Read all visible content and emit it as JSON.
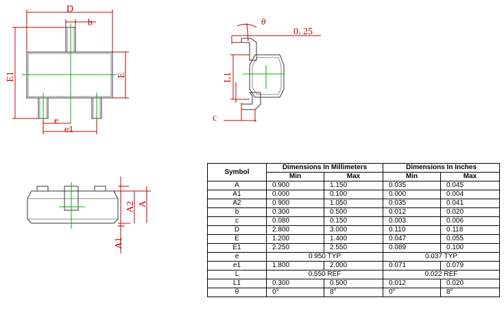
{
  "drawing": {
    "top_view": {
      "d": "D",
      "b": "b",
      "e1_side": "E1",
      "e_side": "E",
      "e": "e",
      "e1": "e1"
    },
    "side_view": {
      "theta": "θ",
      "gauge": "0. 25",
      "l1": "L1",
      "c": "c"
    },
    "front_view": {
      "a2": "A2",
      "a": "A",
      "a1": "A1"
    }
  },
  "table": {
    "symbol_header": "Symbol",
    "mm_header": "Dimensions In Millimeters",
    "in_header": "Dimensions In Inches",
    "min": "Min",
    "max": "Max",
    "rows": [
      {
        "s": "A",
        "a": "0.900",
        "b": "1.150",
        "c": "0.035",
        "d": "0.045"
      },
      {
        "s": "A1",
        "a": "0.000",
        "b": "0.100",
        "c": "0.000",
        "d": "0.004"
      },
      {
        "s": "A2",
        "a": "0.900",
        "b": "1.050",
        "c": "0.035",
        "d": "0.041"
      },
      {
        "s": "b",
        "a": "0.300",
        "b": "0.500",
        "c": "0.012",
        "d": "0.020"
      },
      {
        "s": "c",
        "a": "0.080",
        "b": "0.150",
        "c": "0.003",
        "d": "0.006"
      },
      {
        "s": "D",
        "a": "2.800",
        "b": "3.000",
        "c": "0.110",
        "d": "0.118"
      },
      {
        "s": "E",
        "a": "1.200",
        "b": "1.400",
        "c": "0.047",
        "d": "0.055"
      },
      {
        "s": "E1",
        "a": "2.250",
        "b": "2.550",
        "c": "0.089",
        "d": "0.100"
      },
      {
        "s": "e",
        "mm_typ": "0.950 TYP",
        "in_typ": "0.037 TYP"
      },
      {
        "s": "e1",
        "a": "1.800",
        "b": "2.000",
        "c": "0.071",
        "d": "0.079"
      },
      {
        "s": "L",
        "mm_typ": "0.550 REF",
        "in_typ": "0.022 REF"
      },
      {
        "s": "L1",
        "a": "0.300",
        "b": "0.500",
        "c": "0.012",
        "d": "0.020"
      },
      {
        "s": "θ",
        "a": "0°",
        "b": "8°",
        "c": "0°",
        "d": "8°"
      }
    ]
  }
}
